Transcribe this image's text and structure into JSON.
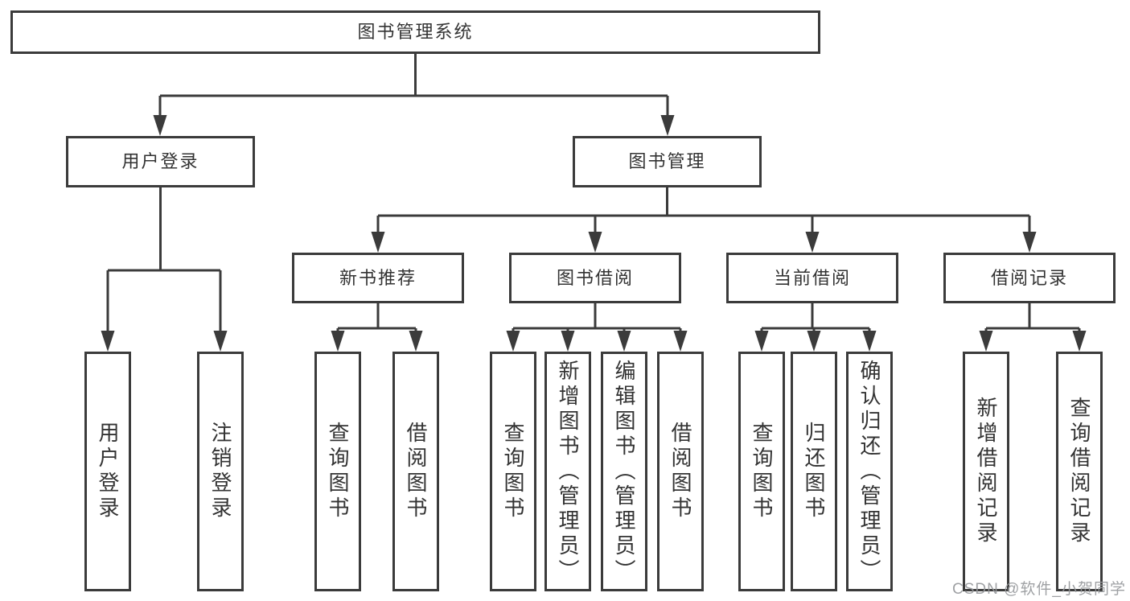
{
  "diagram": {
    "type": "tree-structure-diagram",
    "colors": {
      "background": "#ffffff",
      "line": "#3b3b3b",
      "box_border": "#3b3b3b",
      "text": "#333333",
      "watermark": "#97999c"
    },
    "tree": {
      "label": "图书管理系统",
      "children": [
        {
          "label": "用户登录",
          "children": [
            {
              "label": "用户登录"
            },
            {
              "label": "注销登录"
            }
          ]
        },
        {
          "label": "图书管理",
          "children": [
            {
              "label": "新书推荐",
              "children": [
                {
                  "label": "查询图书"
                },
                {
                  "label": "借阅图书"
                }
              ]
            },
            {
              "label": "图书借阅",
              "children": [
                {
                  "label": "查询图书"
                },
                {
                  "label": "新增图书（管理员）"
                },
                {
                  "label": "编辑图书（管理员）"
                },
                {
                  "label": "借阅图书"
                }
              ]
            },
            {
              "label": "当前借阅",
              "children": [
                {
                  "label": "查询图书"
                },
                {
                  "label": "归还图书"
                },
                {
                  "label": "确认归还（管理员）"
                }
              ]
            },
            {
              "label": "借阅记录",
              "children": [
                {
                  "label": "新增借阅记录"
                },
                {
                  "label": "查询借阅记录"
                }
              ]
            }
          ]
        }
      ]
    },
    "watermark": {
      "text": "CSDN @软件_小贺同学"
    }
  }
}
